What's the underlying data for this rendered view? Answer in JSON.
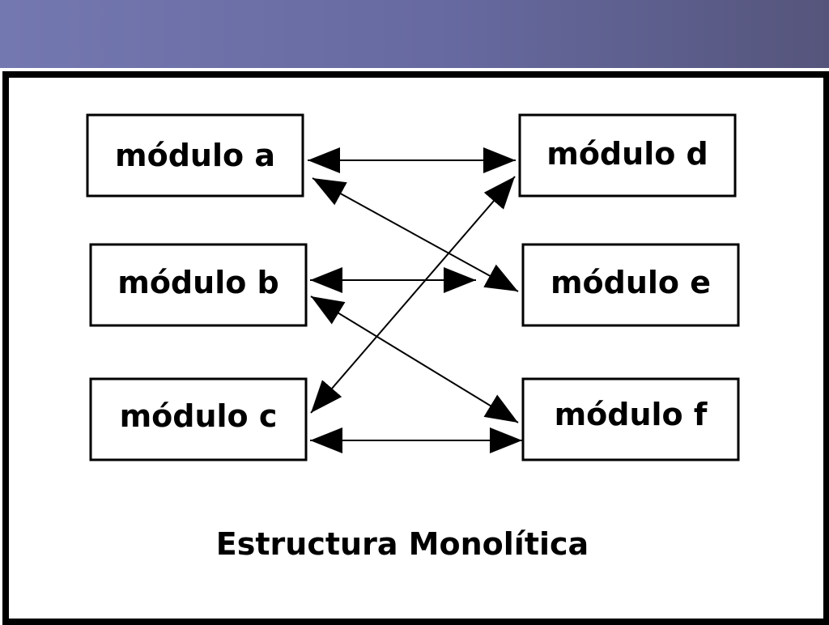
{
  "header": {
    "color": "#6a6da6"
  },
  "diagram": {
    "modules": {
      "a": "módulo a",
      "b": "módulo b",
      "c": "módulo c",
      "d": "módulo d",
      "e": "módulo e",
      "f": "módulo f"
    },
    "caption": "Estructura Monolítica",
    "connections": [
      {
        "from": "a",
        "to": "d",
        "bidirectional": true
      },
      {
        "from": "a",
        "to": "e",
        "bidirectional": true
      },
      {
        "from": "b",
        "to": "e",
        "bidirectional": true
      },
      {
        "from": "b",
        "to": "f",
        "bidirectional": true
      },
      {
        "from": "c",
        "to": "d",
        "bidirectional": true
      },
      {
        "from": "c",
        "to": "f",
        "bidirectional": true
      }
    ]
  }
}
